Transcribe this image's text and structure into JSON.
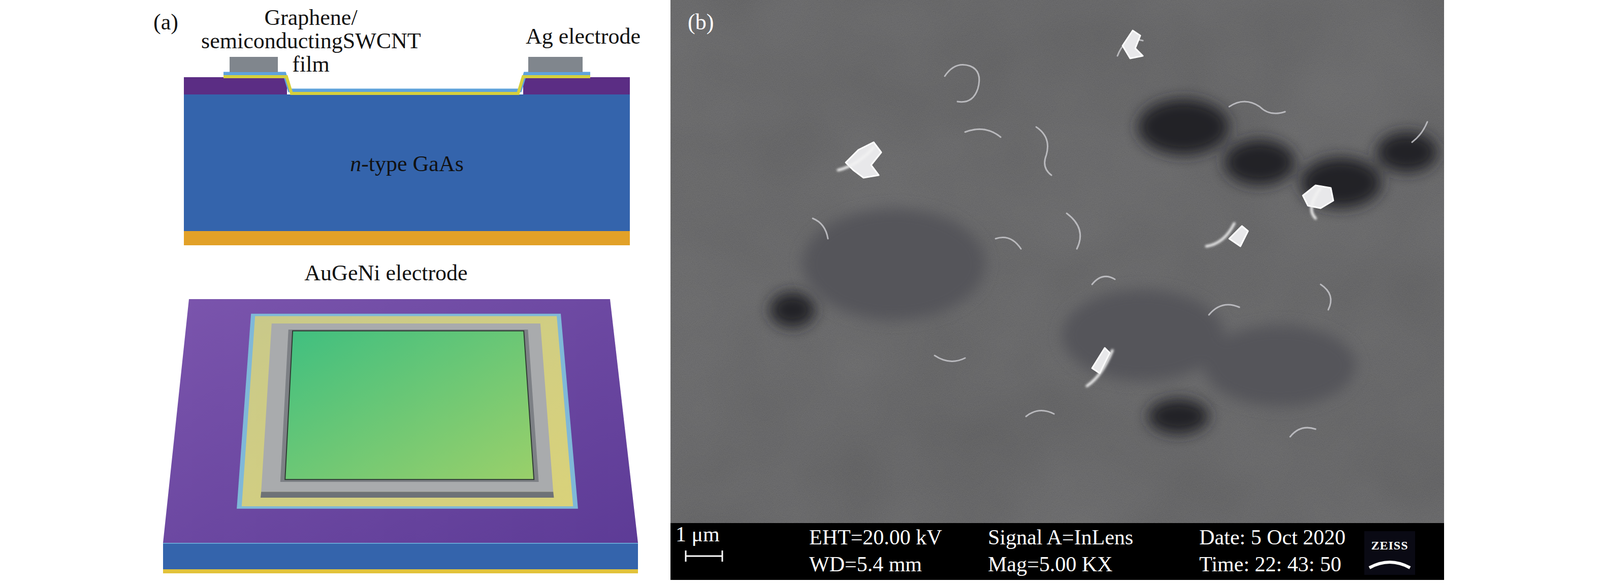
{
  "diagram": {
    "nodes": [
      {
        "text": [
          "n-type GaAs"
        ]
      }
    ],
    "labels": [
      "(a)",
      "Graphene/ semiconductingSWCNT film",
      "Ag electrode",
      "AuGeNi electrode",
      "(b)",
      "1 μm",
      "EHT=20.00 kV",
      "WD=5.4 mm",
      "Signal A=InLens",
      "Mag=5.00 KX",
      "Date: 5 Oct 2020",
      "Time: 22: 43: 50",
      "ZEISS"
    ]
  }
}
